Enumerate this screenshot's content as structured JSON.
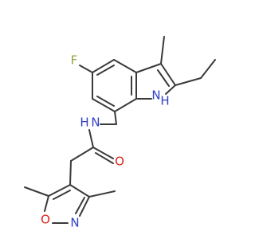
{
  "structure": {
    "atoms": {
      "fluorine": "F",
      "amide_nitrogen": "N",
      "amide_nitrogen_h": "H",
      "indole_nitrogen": "N",
      "indole_nitrogen_h": "H",
      "carbonyl_oxygen": "O",
      "isoxazole_oxygen": "O",
      "isoxazole_nitrogen": "N"
    }
  },
  "colors": {
    "bond": "#3a3a3a",
    "fluorine": "#91a53a",
    "nitrogen": "#2f3ec8",
    "oxygen": "#e0251b"
  }
}
